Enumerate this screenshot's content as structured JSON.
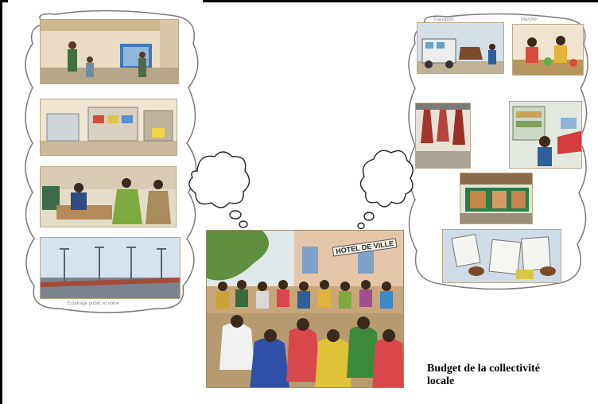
{
  "caption": {
    "line1": "Budget de la collectivité",
    "line2": "locale"
  },
  "sign_text": "HOTEL DE VILLE",
  "left_bubble_caption": "Eclairage public et voirie",
  "right_bubble_captions": [
    "Transport",
    "Marché"
  ],
  "colors": {
    "frame": "#000000",
    "bubble_outline": "#7a7a7a",
    "caption": "#000000"
  },
  "illustrations": {
    "left": [
      "construction-scene",
      "office-furniture-scene",
      "office-desk-meeting-scene",
      "street-lighting-scene"
    ],
    "right": [
      "cart-transport-scene",
      "market-vendors-scene",
      "butcher-meat-scene",
      "shop-stall-scene",
      "storefront-scene",
      "documents-papers-scene"
    ],
    "center": "town-hall-council-meeting-scene"
  }
}
